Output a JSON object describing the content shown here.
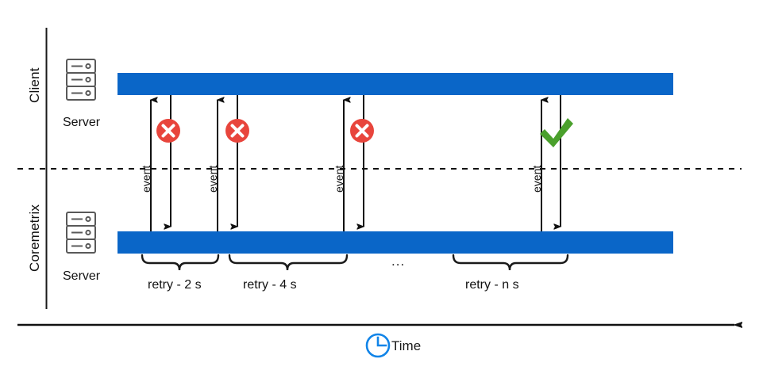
{
  "diagram": {
    "title_hidden": "",
    "lanes": [
      {
        "id": "client",
        "label": "Client",
        "server_caption": "Server",
        "icon": "server-icon"
      },
      {
        "id": "coremetrix",
        "label": "Coremetrix",
        "server_caption": "Server",
        "icon": "server-icon"
      }
    ],
    "event_label": "event",
    "events": [
      {
        "index": 1,
        "label": "event",
        "result": "failure",
        "result_icon": "error-circle-x-icon"
      },
      {
        "index": 2,
        "label": "event",
        "result": "failure",
        "result_icon": "error-circle-x-icon"
      },
      {
        "index": 3,
        "label": "event",
        "result": "failure",
        "result_icon": "error-circle-x-icon"
      },
      {
        "index": 4,
        "label": "event",
        "result": "success",
        "result_icon": "success-check-icon"
      }
    ],
    "retries": [
      {
        "label": "retry - 2 s"
      },
      {
        "label": "retry - 4 s"
      },
      {
        "label": "retry - n s"
      }
    ],
    "ellipsis": "...",
    "axis": {
      "label": "Time",
      "icon": "clock-icon"
    },
    "colors": {
      "lane_bar": "#0a66c8",
      "failure": "#e8453c",
      "success": "#4aa02c",
      "clock": "#1184e8",
      "line": "#1a1a1a",
      "icon_outline": "#5a5a5a"
    }
  }
}
